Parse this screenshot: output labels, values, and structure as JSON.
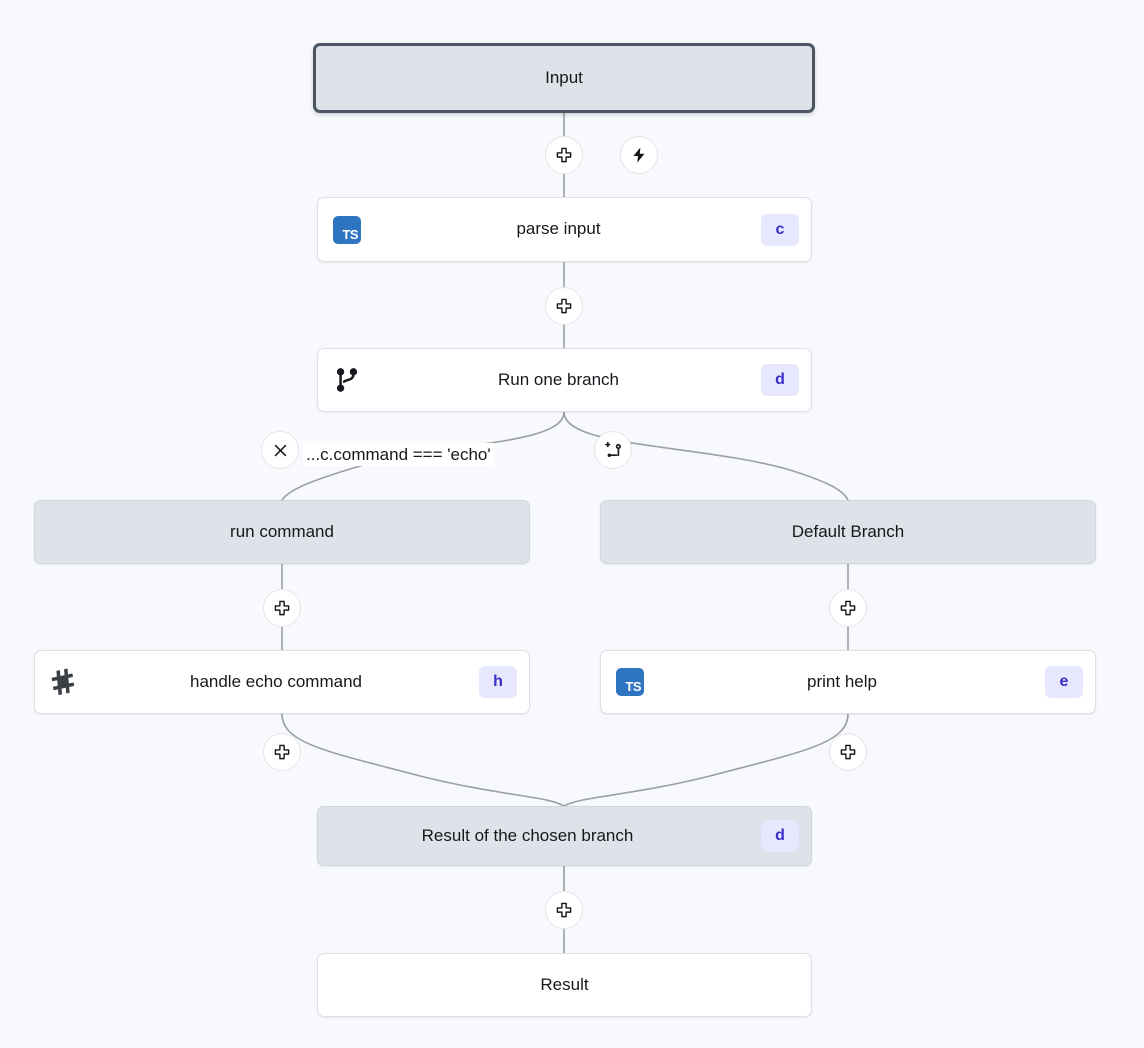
{
  "canvas": {
    "background": "#f8f9fc",
    "edge_color": "#9aa0a6"
  },
  "theme": {
    "node_fill": "#dde3e9",
    "node_white": "#ffffff",
    "node_border": "#dcdfe4",
    "selected_border": "#4b5563",
    "badge_bg": "#e7e8fd",
    "badge_fg": "#3730c4",
    "ts_blue": "#2f74c0"
  },
  "nodes": {
    "input": {
      "label": "Input"
    },
    "parse_input": {
      "label": "parse input",
      "badge": "c",
      "icon": "typescript-icon"
    },
    "run_one_branch": {
      "label": "Run one branch",
      "badge": "d",
      "icon": "git-branch-icon"
    },
    "run_command": {
      "label": "run command"
    },
    "default_branch": {
      "label": "Default Branch"
    },
    "handle_echo": {
      "label": "handle echo command",
      "badge": "h",
      "icon": "bash-icon"
    },
    "print_help": {
      "label": "print help",
      "badge": "e",
      "icon": "typescript-icon"
    },
    "branch_result": {
      "label": "Result of the chosen branch",
      "badge": "d"
    },
    "result": {
      "label": "Result"
    }
  },
  "condition": {
    "expression": "...c.command === 'echo'"
  },
  "icons": {
    "ts_text": "TS",
    "add": "plus-icon",
    "trigger": "lightning-bolt-icon",
    "remove_branch": "close-icon",
    "add_branch": "add-branch-icon"
  }
}
